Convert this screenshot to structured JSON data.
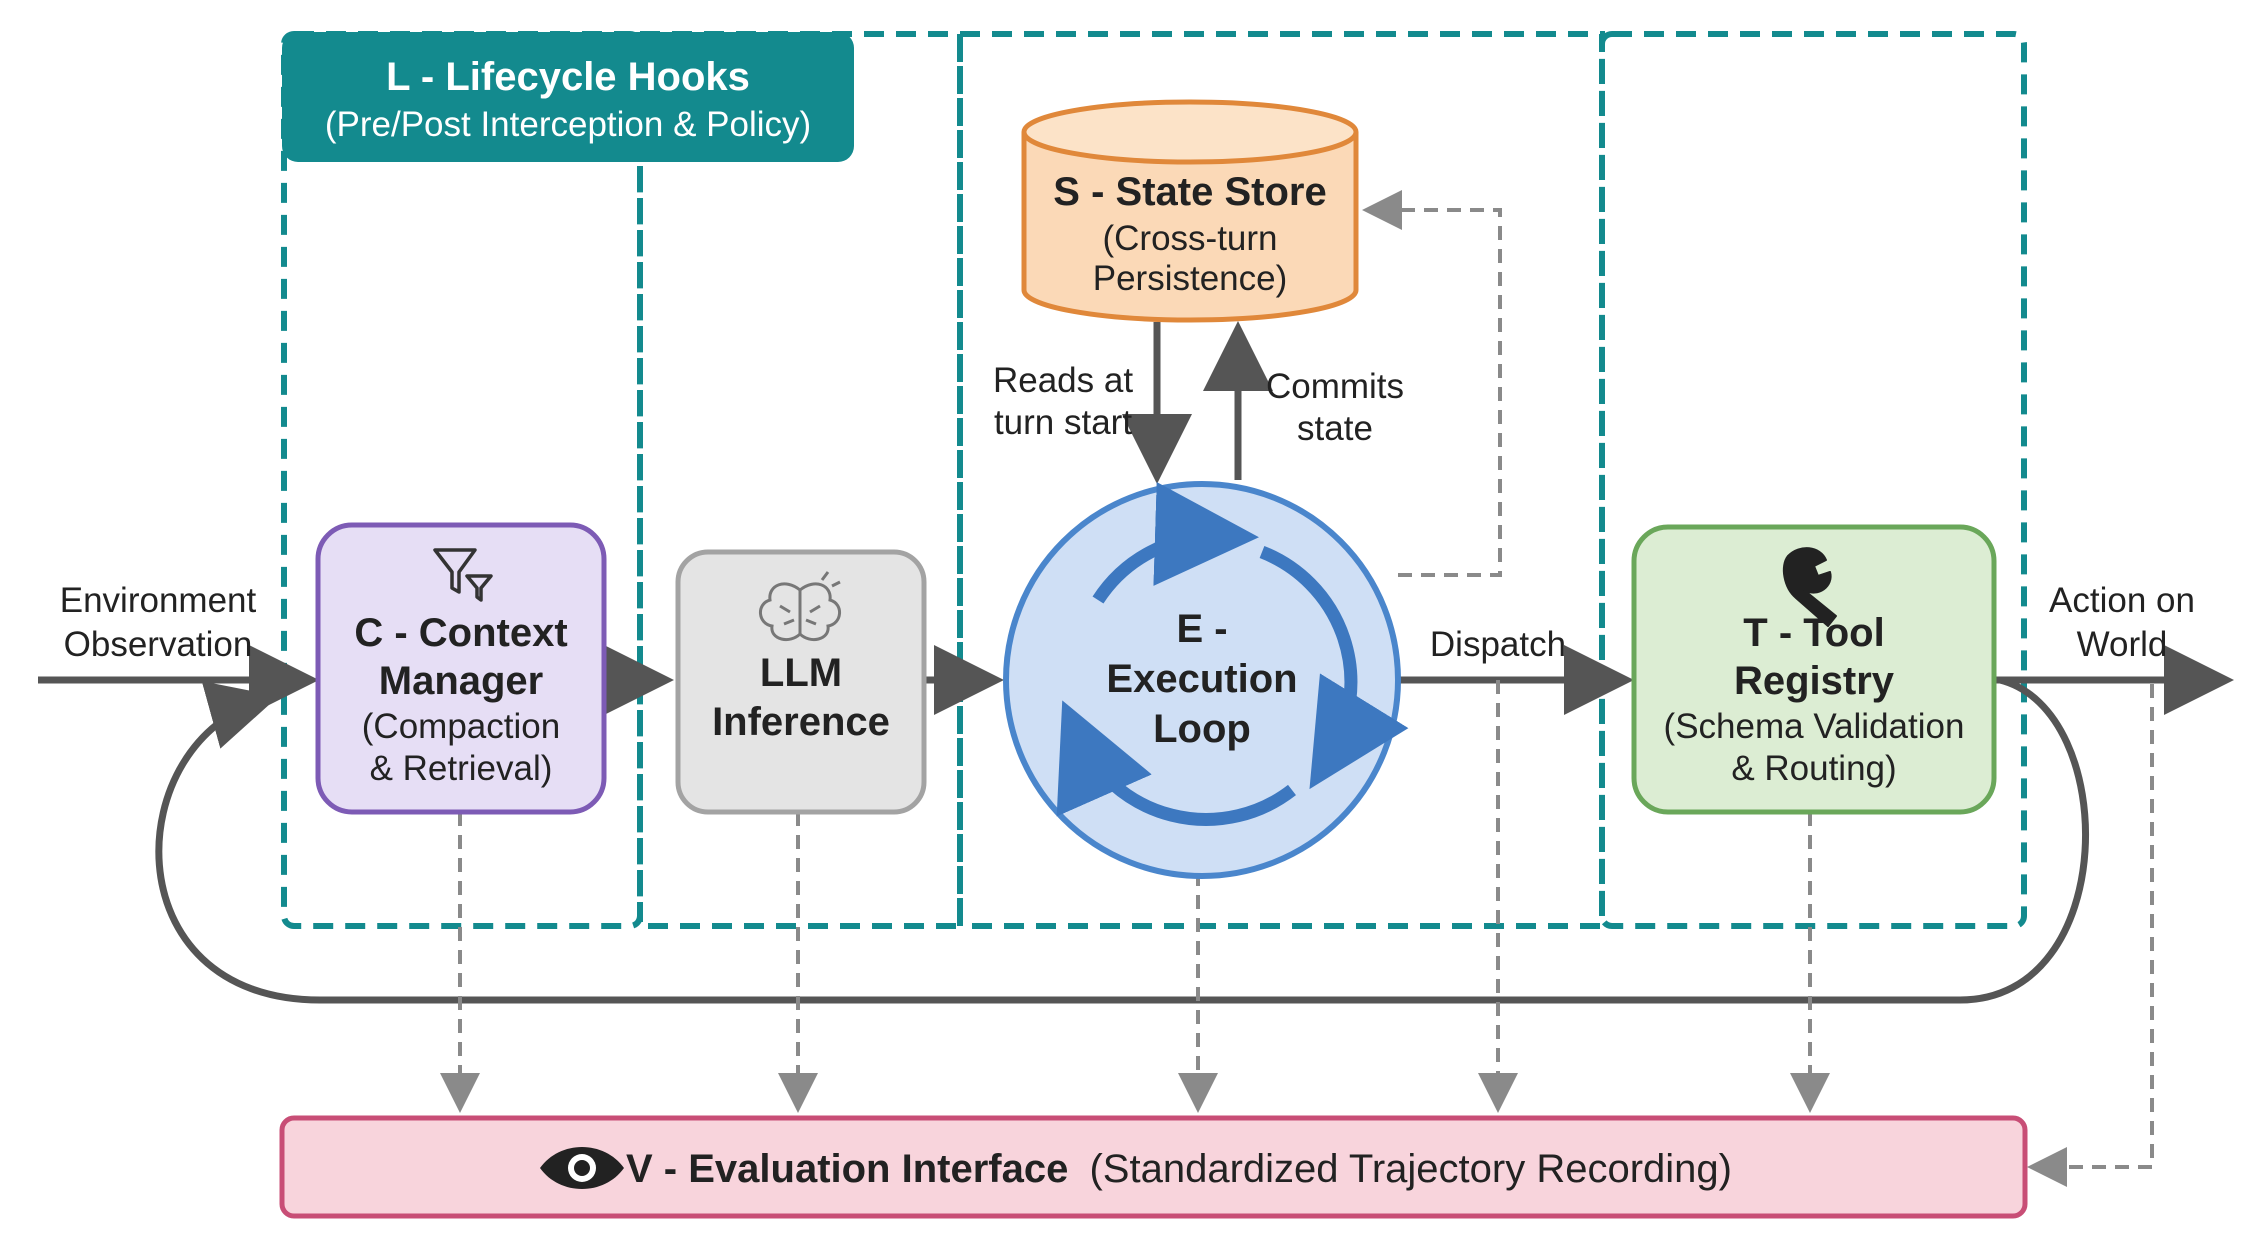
{
  "lifecycle_hooks": {
    "title": "L - Lifecycle Hooks",
    "subtitle": "(Pre/Post Interception & Policy)"
  },
  "state_store": {
    "title": "S - State Store",
    "line1": "(Cross-turn",
    "line2": "Persistence)"
  },
  "context_manager": {
    "title_line1": "C - Context",
    "title_line2": "Manager",
    "sub_line1": "(Compaction",
    "sub_line2": "& Retrieval)",
    "icon": "filter-icon"
  },
  "llm_inference": {
    "line1": "LLM",
    "line2": "Inference",
    "icon": "brain-icon"
  },
  "execution_loop": {
    "line1": "E -",
    "line2": "Execution",
    "line3": "Loop",
    "icon": "cycle-icon"
  },
  "tool_registry": {
    "title_line1": "T - Tool",
    "title_line2": "Registry",
    "sub_line1": "(Schema Validation",
    "sub_line2": "& Routing)",
    "icon": "wrench-icon"
  },
  "evaluation": {
    "title": "V - Evaluation Interface",
    "subtitle": "(Standardized Trajectory Recording)",
    "icon": "eye-icon"
  },
  "labels": {
    "env_line1": "Environment",
    "env_line2": "Observation",
    "action_line1": "Action on",
    "action_line2": "World",
    "reads_line1": "Reads at",
    "reads_line2": "turn start",
    "commits_line1": "Commits",
    "commits_line2": "state",
    "dispatch": "Dispatch"
  },
  "colors": {
    "teal": "#138a8e",
    "context_fill": "#e6def5",
    "context_stroke": "#7d5bb5",
    "llm_fill": "#e4e4e4",
    "llm_stroke": "#a3a3a3",
    "loop_fill": "#cfdff5",
    "loop_stroke": "#4a86cc",
    "state_fill": "#fbd9b7",
    "state_stroke": "#e0883a",
    "tool_fill": "#dcedd3",
    "tool_stroke": "#6aa75a",
    "eval_fill": "#f8d4dc",
    "eval_stroke": "#c84e76",
    "arrow": "#555555"
  }
}
